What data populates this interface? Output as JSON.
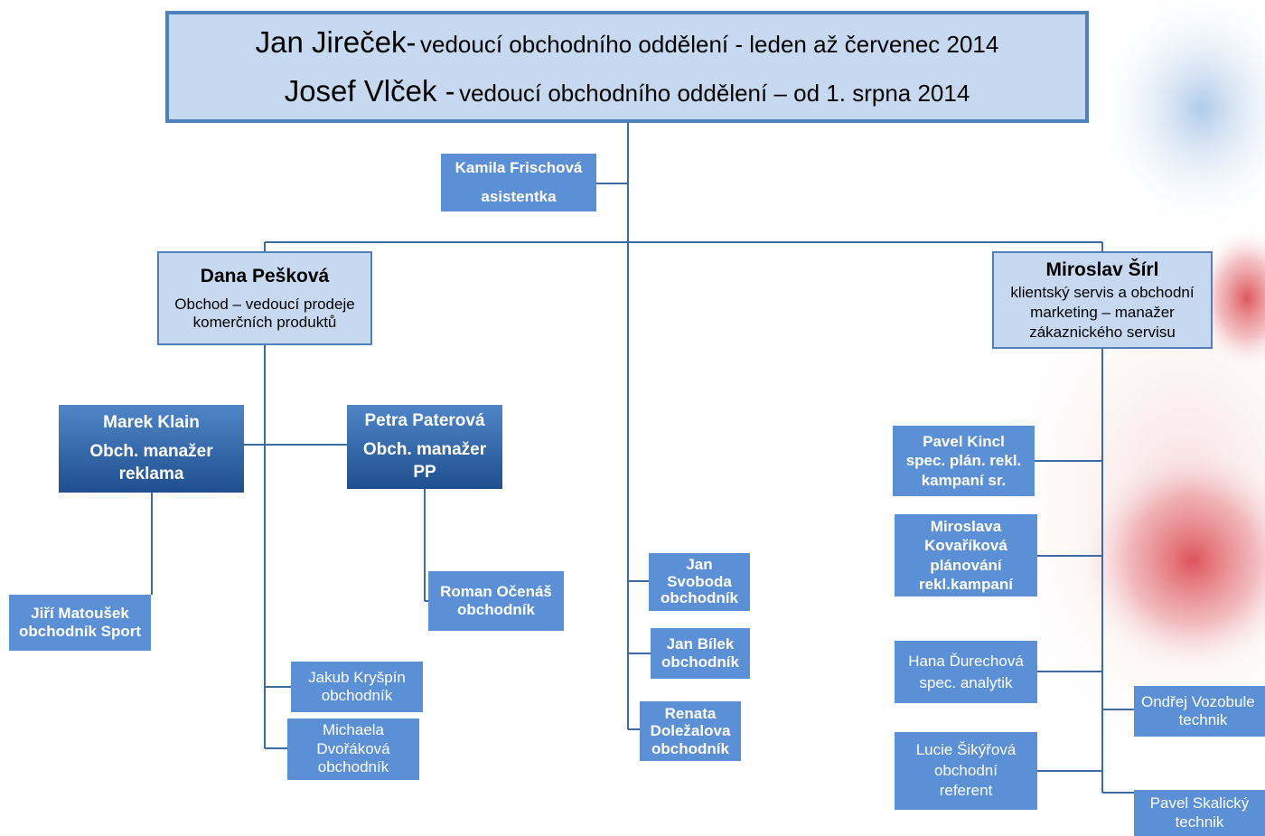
{
  "colors": {
    "line": "#3e6aa4",
    "top_fill": "#c7d9f1",
    "top_border": "#4f81bd",
    "box_fill": "#5b8fd6"
  },
  "header": {
    "line1_name": "Jan Jireček-",
    "line1_role": "vedoucí obchodního oddělení - leden až  červenec 2014",
    "line2_name": "Josef Vlček -",
    "line2_role": "vedoucí obchodního oddělení – od 1. srpna 2014"
  },
  "assistant": {
    "name": "Kamila Frischová",
    "role": "asistentka"
  },
  "left_manager": {
    "name": "Dana Pešková",
    "role_1": "Obchod – vedoucí prodeje",
    "role_2": "komerčních produktů"
  },
  "right_manager": {
    "name": "Miroslav Šírl",
    "role_1": "klientský servis a obchodní",
    "role_2": "marketing – manažer",
    "role_3": "zákaznického servisu"
  },
  "marek": {
    "name": "Marek Klain",
    "role_1": "Obch. manažer",
    "role_2": "reklama"
  },
  "petra": {
    "name": "Petra Paterová",
    "role_1": "Obch. manažer",
    "role_2": "PP"
  },
  "jiri": {
    "line1": "Jiří Matoušek",
    "line2": "obchodník Sport"
  },
  "roman": {
    "line1": "Roman Očenáš",
    "line2": "obchodník"
  },
  "jakub": {
    "line1": "Jakub Kryšpín",
    "line2": "obchodník"
  },
  "michaela": {
    "line1": "Michaela",
    "line2": "Dvořáková",
    "line3": "obchodník"
  },
  "jan_svoboda": {
    "line1": "Jan",
    "line2": "Svoboda",
    "line3": "obchodník"
  },
  "jan_bilek": {
    "line1": "Jan Bílek",
    "line2": "obchodník"
  },
  "renata": {
    "line1": "Renata",
    "line2": "Doležalova",
    "line3": "obchodník"
  },
  "pavel_kincl": {
    "line1": "Pavel Kincl",
    "line2": "spec. plán. rekl.",
    "line3": "kampaní sr."
  },
  "miroslava": {
    "line1": "Miroslava",
    "line2": "Kovaříková",
    "line3": "plánování",
    "line4": "rekl.kampaní"
  },
  "hana": {
    "line1": "Hana Ďurechová",
    "line2": "spec. analytik"
  },
  "lucie": {
    "line1": "Lucie Šikýřová",
    "line2": "obchodní",
    "line3": "referent"
  },
  "ondrej": {
    "line1": "Ondřej Vozobule",
    "line2": "technik"
  },
  "pavel_skalicky": {
    "line1": "Pavel Skalický",
    "line2": "technik"
  }
}
